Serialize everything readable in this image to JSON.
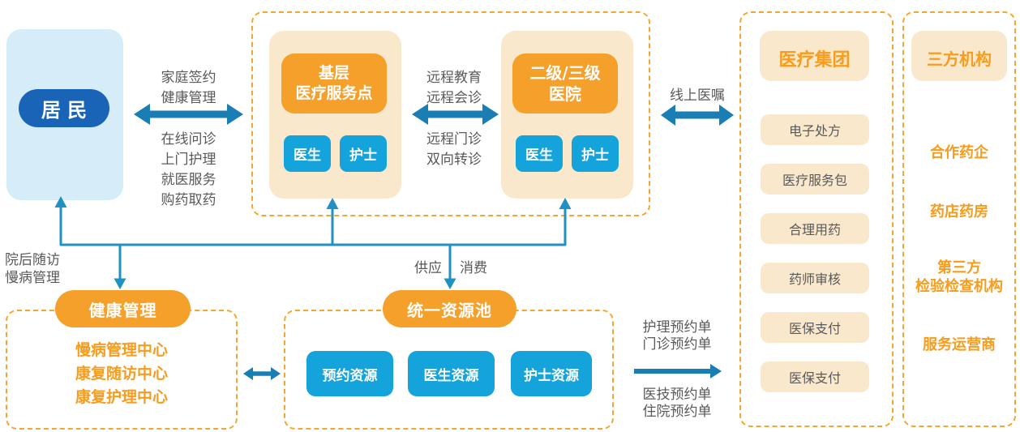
{
  "palette": {
    "orange": "#F5A02B",
    "cream": "#FAE8CC",
    "chip_blue": "#14A3DB",
    "resident_blue": "#1A64B7",
    "resident_bg": "#D6EDF9",
    "arrow_blue": "#1A7EB5",
    "connector_blue": "#2191C3",
    "gray_text": "#58595B",
    "orange_text": "#F79C1D"
  },
  "resident": {
    "label": "居 民"
  },
  "resident_link": {
    "top_lines": [
      "家庭签约",
      "健康管理"
    ],
    "bottom_lines": [
      "在线问诊",
      "上门护理",
      "就医服务",
      "购药取药"
    ]
  },
  "network": {
    "primary_site": {
      "title_lines": [
        "基层",
        "医疗服务点"
      ],
      "doctor": "医生",
      "nurse": "护士"
    },
    "hospital": {
      "title_lines": [
        "二级/三级",
        "医院"
      ],
      "doctor": "医生",
      "nurse": "护士"
    },
    "link": {
      "top_lines": [
        "远程教育",
        "远程会诊"
      ],
      "bottom_lines": [
        "远程门诊",
        "双向转诊"
      ]
    }
  },
  "online_order": {
    "label": "线上医嘱"
  },
  "medical_group": {
    "title": "医疗集团",
    "items": [
      "电子处方",
      "医疗服务包",
      "合理用药",
      "药师审核",
      "医保支付",
      "医保支付"
    ]
  },
  "third_party": {
    "title": "三方机构",
    "items_lines": [
      [
        "合作药企"
      ],
      [
        "药店药房"
      ],
      [
        "第三方",
        "检验检查机构"
      ],
      [
        "服务运营商"
      ]
    ]
  },
  "post_hospital": {
    "lines": [
      "院后随访",
      "慢病管理"
    ]
  },
  "health_mgmt": {
    "title": "健康管理",
    "items": [
      "慢病管理中心",
      "康复随访中心",
      "康复护理中心"
    ]
  },
  "resource_pool": {
    "title": "统一资源池",
    "items": [
      "预约资源",
      "医生资源",
      "护士资源"
    ],
    "supply_label": "供应",
    "consume_label": "消费"
  },
  "order_flow": {
    "top_lines": [
      "护理预约单",
      "门诊预约单"
    ],
    "bottom_lines": [
      "医技预约单",
      "住院预约单"
    ]
  }
}
